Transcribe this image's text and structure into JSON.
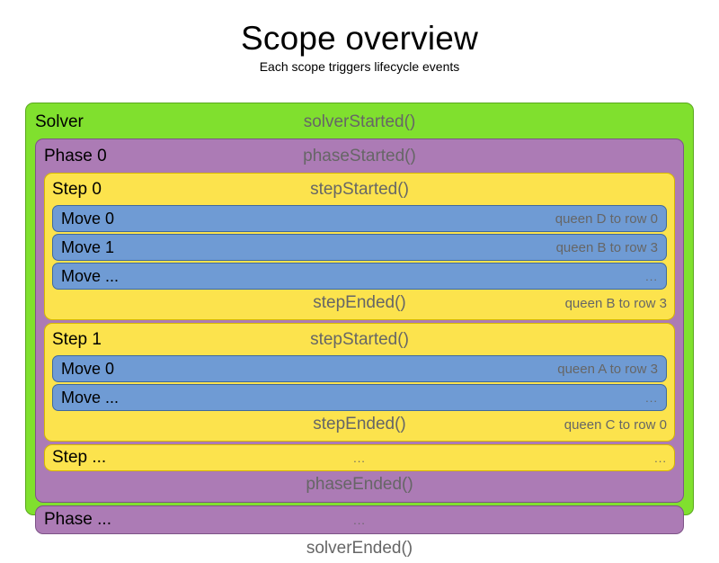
{
  "header": {
    "title": "Scope overview",
    "subtitle": "Each scope triggers lifecycle events"
  },
  "colors": {
    "solver": "#80e02e",
    "phase": "#ac7bb5",
    "step": "#fce34d",
    "move": "#6f9bd4",
    "muted_text": "#666666",
    "label_text": "#000000"
  },
  "solver": {
    "label": "Solver",
    "started_event": "solverStarted()",
    "ended_event": "solverEnded()"
  },
  "phase0": {
    "label": "Phase 0",
    "started_event": "phaseStarted()",
    "ended_event": "phaseEnded()"
  },
  "phase_ellipsis": {
    "label": "Phase ...",
    "event": "..."
  },
  "step0": {
    "label": "Step 0",
    "started_event": "stepStarted()",
    "ended_event": "stepEnded()",
    "ended_detail": "queen B to row 3",
    "moves": [
      {
        "label": "Move 0",
        "detail": "queen D to row 0"
      },
      {
        "label": "Move 1",
        "detail": "queen B to row 3"
      },
      {
        "label": "Move ...",
        "detail": "..."
      }
    ]
  },
  "step1": {
    "label": "Step 1",
    "started_event": "stepStarted()",
    "ended_event": "stepEnded()",
    "ended_detail": "queen C to row 0",
    "moves": [
      {
        "label": "Move 0",
        "detail": "queen A to row 3"
      },
      {
        "label": "Move ...",
        "detail": "..."
      }
    ]
  },
  "step_ellipsis": {
    "label": "Step ...",
    "event": "...",
    "detail": "..."
  }
}
